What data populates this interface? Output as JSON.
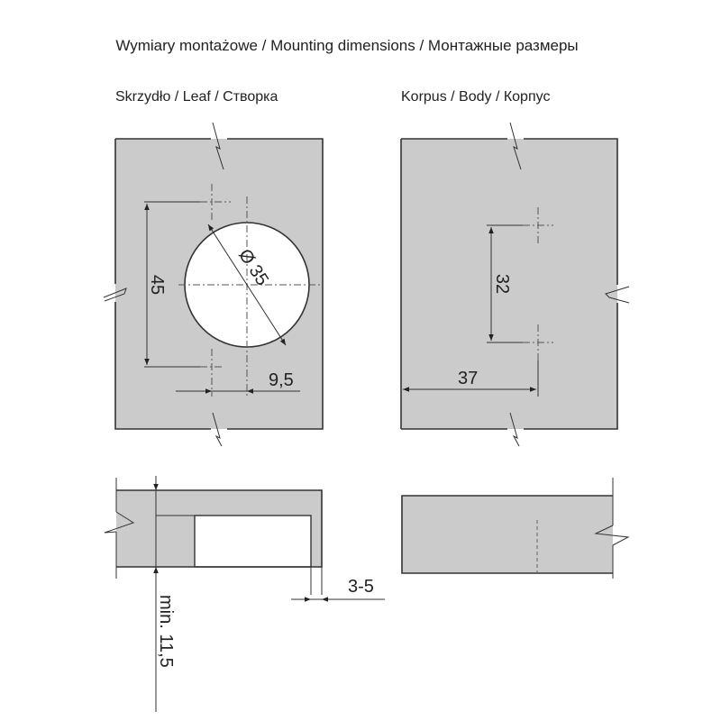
{
  "title": "Wymiary montażowe / Mounting dimensions / Монтажные размеры",
  "leaf": {
    "label": "Skrzydło / Leaf / Створка",
    "dim_hole_spacing": "45",
    "dim_cup_diameter": "Ø 35",
    "dim_offset": "9,5",
    "dim_min_thickness": "min. 11,5",
    "dim_edge_distance": "3-5"
  },
  "body": {
    "label": "Korpus / Body / Корпус",
    "dim_hole_spacing": "32",
    "dim_edge_distance": "37"
  },
  "colors": {
    "panel": "#cbcbcb",
    "line": "#333333"
  }
}
